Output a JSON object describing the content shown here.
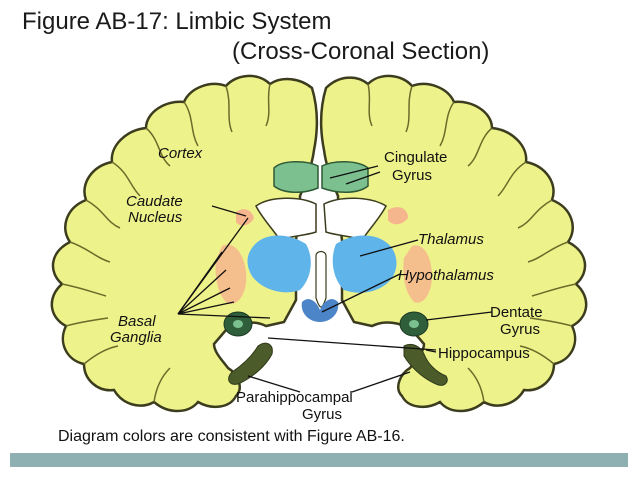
{
  "title": {
    "line1": "Figure AB-17: Limbic System",
    "line2": "(Cross-Coronal Section)"
  },
  "labels": {
    "cortex": "Cortex",
    "cingulate_1": "Cingulate",
    "cingulate_2": "Gyrus",
    "caudate_1": "Caudate",
    "caudate_2": "Nucleus",
    "thalamus": "Thalamus",
    "hypothalamus": "Hypothalamus",
    "basal_1": "Basal",
    "basal_2": "Ganglia",
    "dentate_1": "Dentate",
    "dentate_2": "Gyrus",
    "hippocampus": "Hippocampus",
    "parahippocampal_1": "Parahippocampal",
    "parahippocampal_2": "Gyrus"
  },
  "caption": "Diagram colors are consistent with Figure AB-16.",
  "colors": {
    "cortex_fill": "#eef28a",
    "outline": "#3c3c1e",
    "cingulate": "#7cc08f",
    "thalamus": "#5fb4ea",
    "hypothalamus": "#4d86c8",
    "basal_ganglia": "#f6b68d",
    "dentate": "#2e5e3a",
    "hippocampus": "#4b5b2a",
    "bar": "#8fb0b3"
  }
}
